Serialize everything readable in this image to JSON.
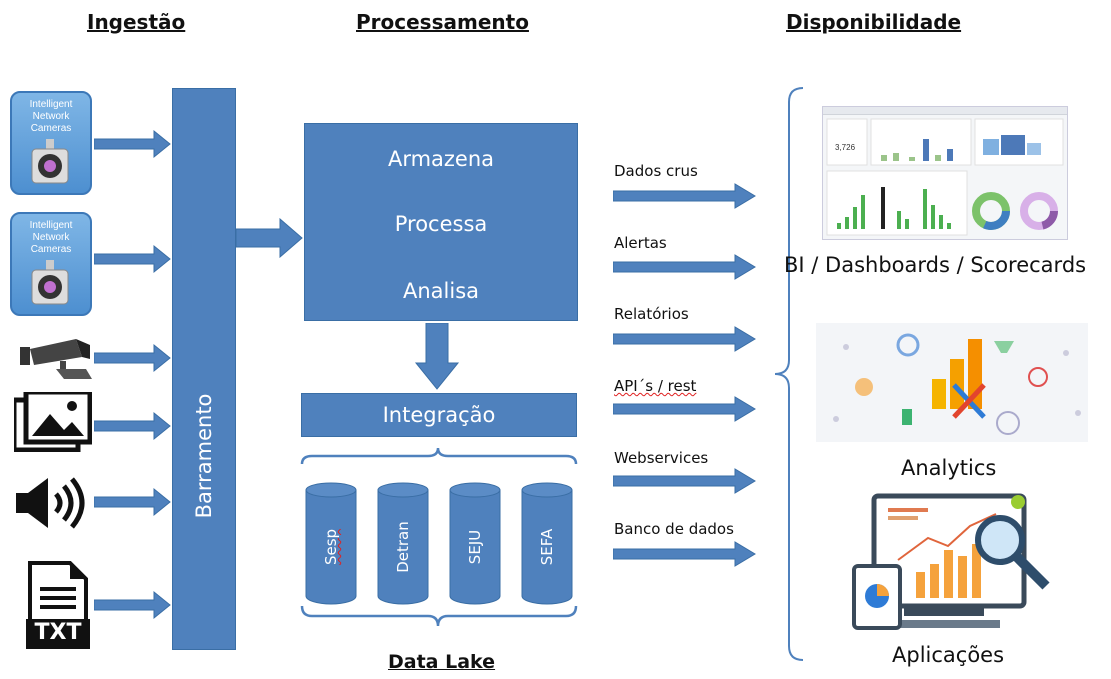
{
  "headings": {
    "ingestao": "Ingestão",
    "processamento": "Processamento",
    "disponibilidade": "Disponibilidade",
    "data_lake": "Data Lake"
  },
  "sources": {
    "camera_text": "Intelligent Network Cameras",
    "txt_label": "TXT"
  },
  "bus_label": "Barramento",
  "process_box": {
    "line1": "Armazena",
    "line2": "Processa",
    "line3": "Analisa"
  },
  "integration_label": "Integração",
  "databases": [
    "Sesp",
    "Detran",
    "SEJU",
    "SEFA"
  ],
  "outputs": [
    "Dados crus",
    "Alertas",
    "Relatórios",
    "API´s / rest",
    "Webservices",
    "Banco de dados"
  ],
  "targets": {
    "bi": "BI / Dashboards / Scorecards",
    "analytics": "Analytics",
    "apps": "Aplicações"
  },
  "dashboard_kpi": "3,726",
  "colors": {
    "box_blue": "#4f81bd",
    "bracket_blue": "#4f81bd"
  }
}
